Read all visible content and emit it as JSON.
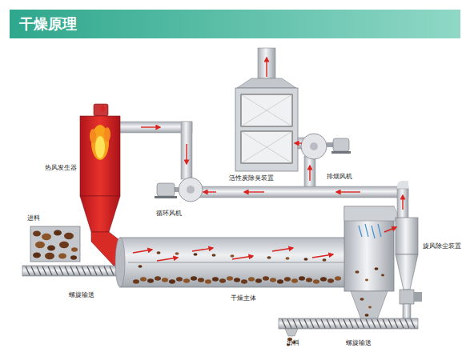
{
  "diagram": {
    "title": "干燥原理",
    "labels": [
      "热风发生器",
      "进料",
      "螺旋输送",
      "循环风机",
      "活性炭除臭装置",
      "排烟风机",
      "干燥主体",
      "旋风除尘装置",
      "出料",
      "螺旋输送"
    ]
  }
}
